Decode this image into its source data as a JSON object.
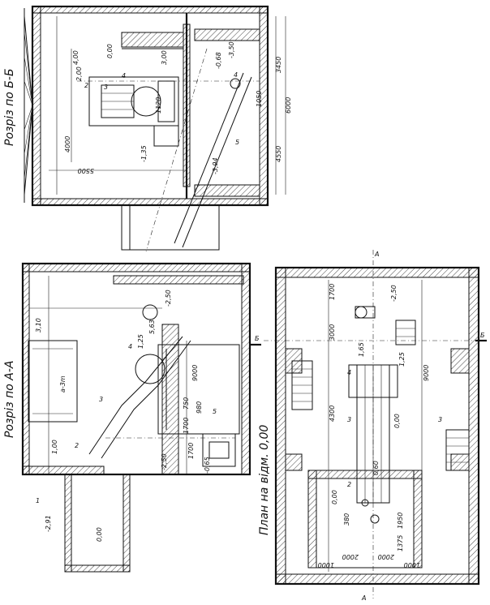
{
  "titles": {
    "section_bb": "Розріз по Б-Б",
    "section_aa": "Розріз по А-А",
    "plan": "План на відм. 0,00"
  },
  "section_bb_dims": {
    "d1": "6000",
    "d2": "4550",
    "d3": "3450",
    "d4": "1050",
    "d5": "5500",
    "d6": "4000",
    "d7": "2,00",
    "d8": "0,00",
    "d9": "-3,94",
    "d10": "-3,50",
    "d11": "-1,35",
    "d12": "3,00",
    "d13": "4,00",
    "d14": "1120",
    "d15": "-0,68"
  },
  "section_bb_labels": {
    "n1": "2",
    "n2": "3",
    "n3": "4",
    "n4": "5",
    "n5": "4"
  },
  "section_aa_dims": {
    "d1": "3,10",
    "d2": "-2,50",
    "d3": "5,63",
    "d4": "9000",
    "d5": "980",
    "d6": "1,25",
    "d7": "-2,50",
    "d8": "1,00",
    "d9": "0,00",
    "d10": "-2,91",
    "d11": "1700",
    "d12": "1700",
    "d13": "750",
    "d14": "-0,65",
    "d15": "a-3m"
  },
  "section_aa_labels": {
    "n1": "1",
    "n2": "2",
    "n3": "3",
    "n4": "4",
    "n5": "5"
  },
  "plan_dims": {
    "d1": "1700",
    "d2": "3000",
    "d3": "4300",
    "d4": "9000",
    "d5": "-2,50",
    "d6": "1,65",
    "d7": "1,25",
    "d8": "0,00",
    "d9": "0,00",
    "d10": "380",
    "d11": "1950",
    "d12": "1375",
    "d13": "2000",
    "d14": "2000",
    "d15": "1000",
    "d16": "1000",
    "d17": "0,60"
  },
  "plan_labels": {
    "n1": "4",
    "n2": "3",
    "n3": "2",
    "n4": "3"
  },
  "markers": {
    "a_top": "А",
    "a_bottom": "А",
    "b_right": "Б",
    "b_left": "Б",
    "b_aa": "Б"
  }
}
